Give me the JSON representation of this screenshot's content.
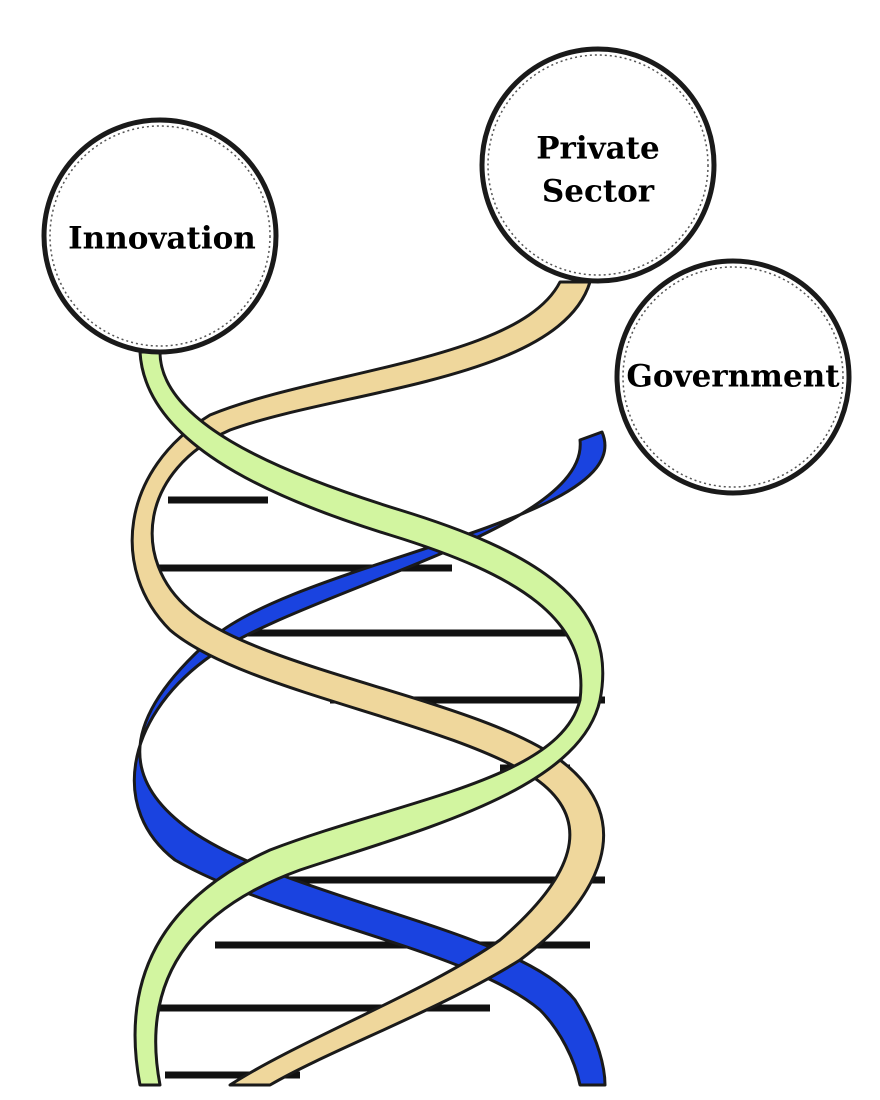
{
  "nodes": {
    "innovation": "Innovation",
    "private_sector": [
      "Private",
      "Sector"
    ],
    "government": "Government"
  },
  "colors": {
    "strand_blue": "#1a43e0",
    "strand_tan": "#efd79c",
    "strand_green": "#d2f5a0",
    "rung": "#111111",
    "circle_outline": "#1a1a1a"
  }
}
